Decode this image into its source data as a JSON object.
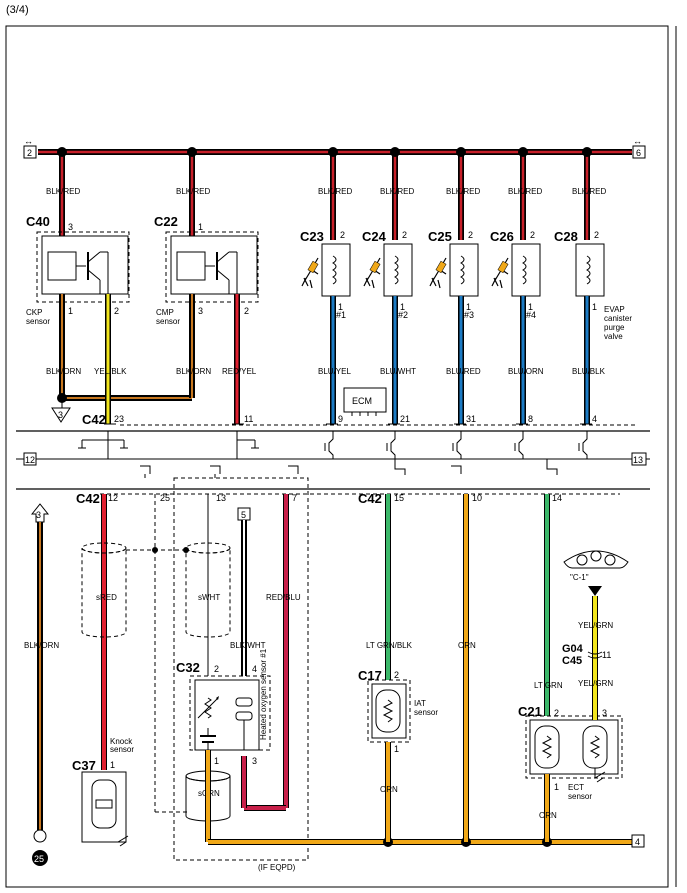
{
  "page_label": "(3/4)",
  "refs": {
    "top_left": "2",
    "top_right": "6",
    "mid_left": "12",
    "mid_right": "13",
    "bottom_right": "4",
    "arrow_down": "3",
    "arrow_up": "3",
    "ground": "25",
    "box5": "5"
  },
  "wires": {
    "blk_red": "BLK/RED",
    "blk_orn": "BLK/ORN",
    "yel_blk": "YEL/BLK",
    "red_yel": "RED/YEL",
    "blu_yel": "BLU/YEL",
    "blu_wht": "BLU/WHT",
    "blu_red": "BLU/RED",
    "blu_orn": "BLU/ORN",
    "blu_blk": "BLU/BLK",
    "sred": "sRED",
    "swht": "sWHT",
    "red_blu": "RED/BLU",
    "blk_wht": "BLK/WHT",
    "sorn": "sORN",
    "lt_grn_blk": "LT GRN/BLK",
    "orn": "ORN",
    "lt_grn": "LT GRN",
    "yel_grn": "YEL/GRN"
  },
  "components": {
    "c40": "C40",
    "c22": "C22",
    "c23": "C23",
    "c24": "C24",
    "c25": "C25",
    "c26": "C26",
    "c28": "C28",
    "c42": "C42",
    "c32": "C32",
    "c17": "C17",
    "c37": "C37",
    "c21": "C21",
    "g04": "G04",
    "c45": "C45"
  },
  "labels": {
    "ckp": "CKP",
    "sensor": "sensor",
    "cmp": "CMP",
    "evap1": "EVAP",
    "evap2": "canister",
    "evap3": "purge",
    "evap4": "valve",
    "ecm": "ECM",
    "iat": "IAT",
    "knock": "Knock",
    "ect": "ECT",
    "heated_o2": "Heated oxygen sensor #1",
    "if_eqpd": "(IF EQPD)",
    "c1": "\"C-1\""
  },
  "pins": {
    "p1": "1",
    "p2": "2",
    "p3": "3",
    "p4": "4",
    "p7": "7",
    "p8": "8",
    "p9": "9",
    "p10": "10",
    "p11": "11",
    "p12": "12",
    "p13": "13",
    "p14": "14",
    "p15": "15",
    "p21": "21",
    "p23": "23",
    "p25": "25",
    "p31": "31",
    "inj1": "#1",
    "inj2": "#2",
    "inj3": "#3",
    "inj4": "#4"
  },
  "colors": {
    "blk_red": "#c8202a",
    "yel": "#f2e61e",
    "red": "#e02030",
    "blue": "#1c7bc4",
    "green": "#3cb86a",
    "orange": "#f0a818",
    "maroon": "#c8204a",
    "black": "#111111"
  }
}
